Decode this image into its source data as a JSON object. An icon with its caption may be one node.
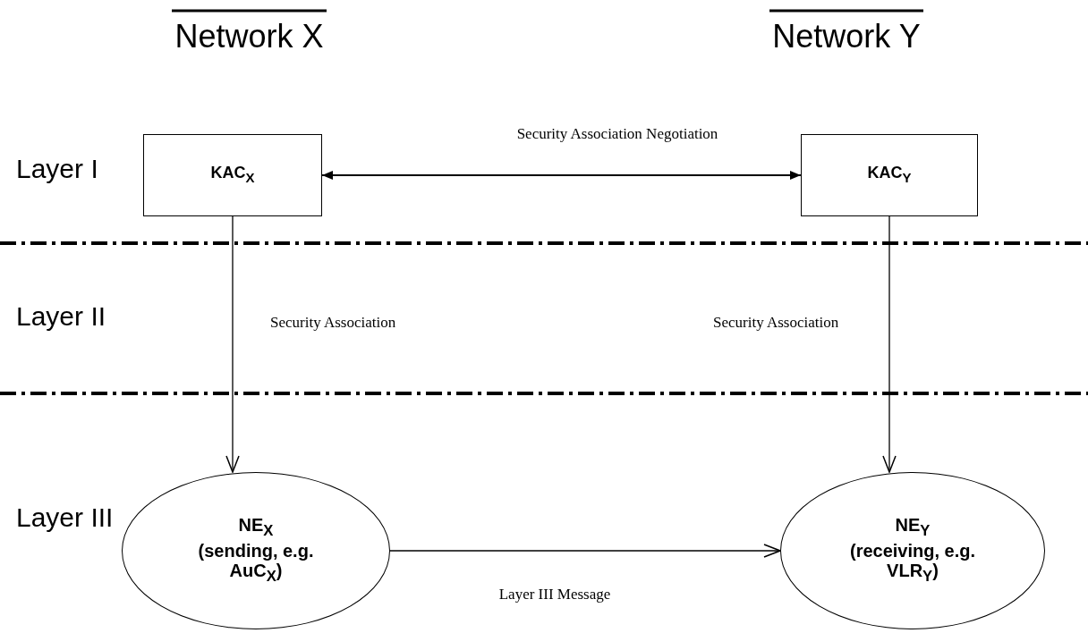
{
  "diagram": {
    "nodes": [
      {
        "text": [
          "KAC$_{X}$"
        ]
      },
      {
        "text": [
          "KAC$_{Y}$"
        ]
      },
      {
        "text": [
          "NE$_{X}$",
          "(sending, e.g. AuC$_{X}$)"
        ]
      },
      {
        "text": [
          "NE$_{Y}$",
          "(receiving, e.g. VLR$_{Y}$)"
        ]
      }
    ],
    "edges": [
      {
        "from": 0,
        "to": 1,
        "arrow": "both",
        "label": "Security Association Negotiation"
      },
      {
        "from": 0,
        "to": 2,
        "arrow": "to",
        "label": "Security Association"
      },
      {
        "from": 1,
        "to": 3,
        "arrow": "to",
        "label": "Security Association"
      },
      {
        "from": 2,
        "to": 3,
        "arrow": "to",
        "label": "Layer III Message"
      }
    ],
    "labels": [
      "Network X",
      "Network Y",
      "Layer I",
      "Layer II",
      "Layer III"
    ]
  }
}
